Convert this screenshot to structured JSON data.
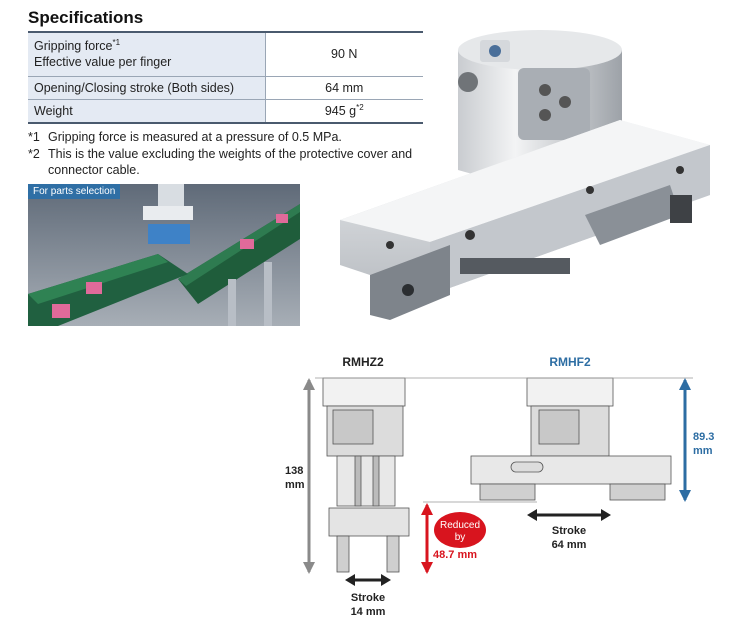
{
  "title": "Specifications",
  "specs": [
    {
      "label_line1": "Gripping force",
      "label_sup": "*1",
      "label_line2": "Effective value per finger",
      "value": "90 N",
      "value_sup": ""
    },
    {
      "label_line1": "Opening/Closing stroke (Both sides)",
      "label_sup": "",
      "label_line2": "",
      "value": "64 mm",
      "value_sup": ""
    },
    {
      "label_line1": "Weight",
      "label_sup": "",
      "label_line2": "",
      "value": "945 g",
      "value_sup": "*2"
    }
  ],
  "notes": [
    {
      "mark": "*1",
      "text": "Gripping force is measured at a pressure of 0.5 MPa."
    },
    {
      "mark": "*2",
      "text": "This is the value excluding the weights of the protective cover and connector cable."
    }
  ],
  "parts_badge": "For parts selection",
  "comparison": {
    "left_model": "RMHZ2",
    "right_model": "RMHF2",
    "left_height_value": "138",
    "left_height_unit": "mm",
    "right_height_value": "89.3",
    "right_height_unit": "mm",
    "reduced_line1": "Reduced",
    "reduced_line2": "by",
    "reduced_value": "48.7 mm",
    "left_stroke_label": "Stroke",
    "left_stroke_value": "14 mm",
    "right_stroke_label": "Stroke",
    "right_stroke_value": "64 mm",
    "colors": {
      "right_model": "#2d6da3",
      "reduced_red": "#d8141e",
      "dimension": "#8a8a8a"
    }
  }
}
